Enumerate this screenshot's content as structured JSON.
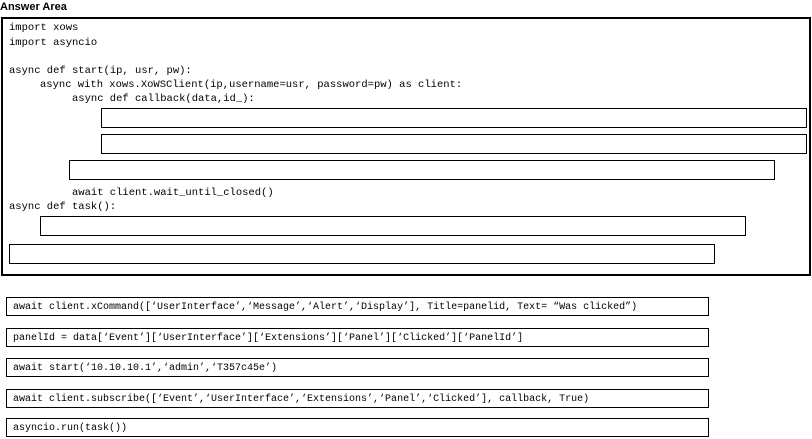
{
  "header": {
    "title": "Answer Area"
  },
  "code": {
    "line1": "import xows",
    "line2": "import asyncio",
    "line3": "async def start(ip, usr, pw):",
    "line4": "async with xows.XoWSClient(ip,username=usr, password=pw) as client:",
    "line5": "async def callback(data,id_):",
    "line6": "await client.wait_until_closed()",
    "line7": "async def task():"
  },
  "options": {
    "o1": "await client.xCommand([‘UserInterface’,‘Message’,‘Alert’,‘Display’], Title=panelid, Text= “Was clicked”)",
    "o2": "panelId = data[‘Event’][‘UserInterface’][‘Extensions’][‘Panel’][‘Clicked’][‘PanelId’]",
    "o3": "await start(‘10.10.10.1’,‘admin’,‘T357c45e’)",
    "o4": "await client.subscribe([‘Event’,‘UserInterface’,‘Extensions’,‘Panel’,‘Clicked’], callback, True)",
    "o5": "asyncio.run(task())"
  }
}
